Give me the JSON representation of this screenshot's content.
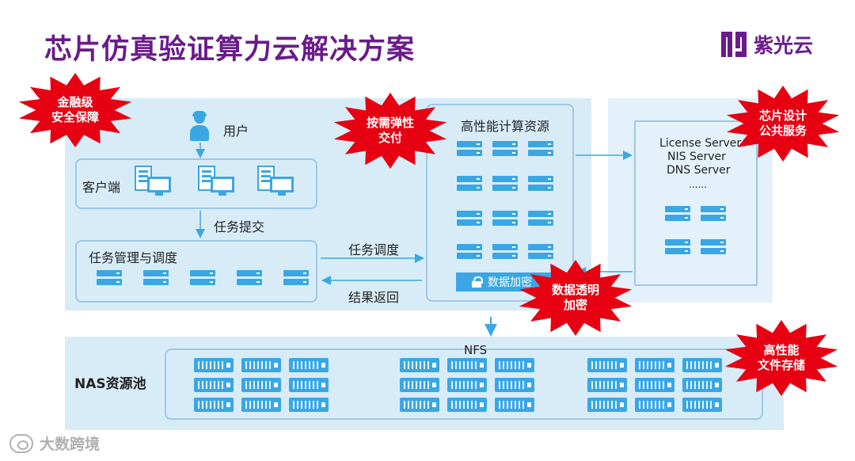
{
  "title": "芯片仿真验证算力云解决方案",
  "logo": {
    "text": "紫光云",
    "color": "#6a1b8a"
  },
  "user_label": "用户",
  "client_label": "客户端",
  "task_submit": "任务提交",
  "task_mgmt": "任务管理与调度",
  "task_dispatch": "任务调度",
  "result_return": "结果返回",
  "hpc_title": "高性能计算资源",
  "encrypt_label": "数据加密",
  "servers_info": {
    "line1": "License Server",
    "line2": "NIS Server",
    "line3": "DNS Server",
    "line4": "......"
  },
  "nfs_label": "NFS",
  "nas_label": "NAS资源池",
  "bursts": {
    "finance": {
      "l1": "金融级",
      "l2": "安全保障"
    },
    "elastic": {
      "l1": "按需弹性",
      "l2": "交付"
    },
    "chip": {
      "l1": "芯片设计",
      "l2": "公共服务"
    },
    "transparent": {
      "l1": "数据透明",
      "l2": "加密"
    },
    "storage": {
      "l1": "高性能",
      "l2": "文件存储"
    }
  },
  "watermark": "大数跨境",
  "colors": {
    "accent": "#3aa7e4",
    "panel": "#d8ecf8",
    "burst": "#e60012",
    "title": "#6a1b8a"
  },
  "icons": [
    "user-icon",
    "client-computer-icon",
    "server-icon",
    "nas-storage-icon",
    "lock-icon"
  ]
}
